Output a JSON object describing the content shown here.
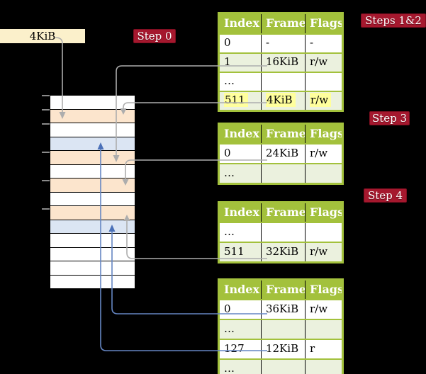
{
  "colors": {
    "background": "#000000",
    "table_header_green": "#a3c13c",
    "table_row_green": "#ebf1de",
    "table_row_white": "#ffffff",
    "highlight_yellow": "#ffff9d",
    "frame_orange": "#fce5cd",
    "frame_blue": "#dbe5f3",
    "badge_red": "#a5182e",
    "gray_connector": "#adadad",
    "blue_connector": "#6586c3",
    "label_cream": "#fbf0cb"
  },
  "label_4kib": "4KiB",
  "badges": {
    "step0": "Step 0",
    "steps12": "Steps 1&2",
    "step3": "Step 3",
    "step4": "Step 4"
  },
  "tables": {
    "t1": {
      "headers": [
        "Index",
        "Frame",
        "Flags"
      ],
      "rows": [
        [
          "0",
          "-",
          "-"
        ],
        [
          "1",
          "16KiB",
          "r/w"
        ],
        [
          "…",
          "",
          ""
        ],
        [
          "511",
          "4KiB",
          "r/w"
        ]
      ]
    },
    "t2": {
      "headers": [
        "Index",
        "Frame",
        "Flags"
      ],
      "rows": [
        [
          "0",
          "24KiB",
          "r/w"
        ],
        [
          "…",
          "",
          ""
        ]
      ]
    },
    "t3": {
      "headers": [
        "Index",
        "Frame",
        "Flags"
      ],
      "rows": [
        [
          "…",
          "",
          ""
        ],
        [
          "511",
          "32KiB",
          "r/w"
        ]
      ]
    },
    "t4": {
      "headers": [
        "Index",
        "Frame",
        "Flags"
      ],
      "rows": [
        [
          "0",
          "36KiB",
          "r/w"
        ],
        [
          "…",
          "",
          ""
        ],
        [
          "127",
          "12KiB",
          "r"
        ],
        [
          "…",
          "",
          ""
        ]
      ]
    }
  },
  "memory": {
    "frames": [
      {
        "fill": "white"
      },
      {
        "fill": "orange"
      },
      {
        "fill": "white"
      },
      {
        "fill": "blue"
      },
      {
        "fill": "orange"
      },
      {
        "fill": "white"
      },
      {
        "fill": "orange"
      },
      {
        "fill": "white"
      },
      {
        "fill": "orange"
      },
      {
        "fill": "blue"
      },
      {
        "fill": "white"
      },
      {
        "fill": "white"
      },
      {
        "fill": "white"
      },
      {
        "fill": "white"
      }
    ]
  }
}
